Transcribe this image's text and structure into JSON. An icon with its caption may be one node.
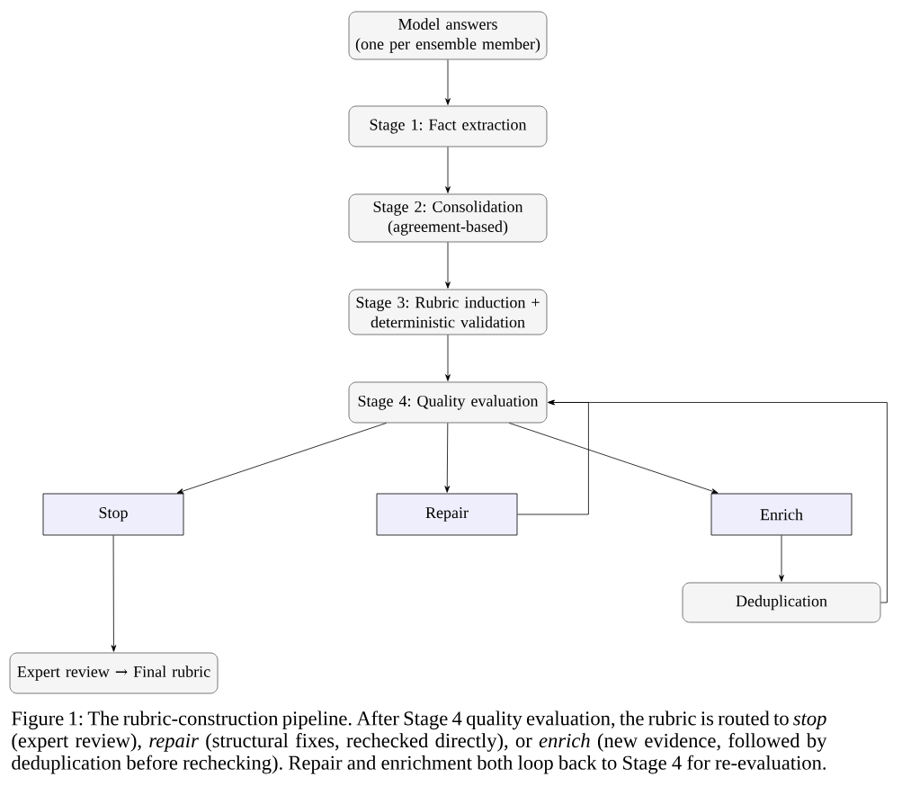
{
  "diagram": {
    "caption": "Figure 1: The rubric-construction pipeline. After Stage 4 quality evaluation, the rubric is routed to *stop* (expert review), *repair* (structural fixes, rechecked directly), or *enrich* (new evidence, followed by deduplication before rechecking). Repair and enrichment both loop back to Stage 4 for re-evaluation.",
    "nodes": [
      {
        "text": [
          "Model answers (one per ensemble member)"
        ]
      },
      {
        "text": [
          "Stage 1: Fact extraction"
        ]
      },
      {
        "text": [
          "Stage 2: Consolidation (agreement-based)"
        ]
      },
      {
        "text": [
          "Stage 3: Rubric induction + deterministic validation"
        ]
      },
      {
        "text": [
          "Stage 4: Quality evaluation"
        ]
      },
      {
        "text": [
          "Stop"
        ]
      },
      {
        "text": [
          "Repair"
        ]
      },
      {
        "text": [
          "Enrich"
        ]
      },
      {
        "text": [
          "Deduplication"
        ]
      },
      {
        "text": [
          "Expert review → Final rubric"
        ]
      }
    ],
    "edges": [
      {
        "from": 0,
        "to": 1,
        "arrow": "to"
      },
      {
        "from": 1,
        "to": 2,
        "arrow": "to"
      },
      {
        "from": 2,
        "to": 3,
        "arrow": "to"
      },
      {
        "from": 3,
        "to": 4,
        "arrow": "to"
      },
      {
        "from": 4,
        "to": 5,
        "arrow": "to"
      },
      {
        "from": 4,
        "to": 6,
        "arrow": "to"
      },
      {
        "from": 4,
        "to": 7,
        "arrow": "to"
      },
      {
        "from": 6,
        "to": 4,
        "arrow": "to"
      },
      {
        "from": 7,
        "to": 8,
        "arrow": "to"
      },
      {
        "from": 8,
        "to": 4,
        "arrow": "to"
      },
      {
        "from": 5,
        "to": 9,
        "arrow": "to"
      }
    ]
  }
}
